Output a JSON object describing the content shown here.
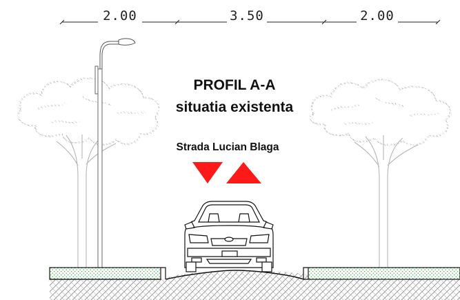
{
  "dimensions": [
    "2.00",
    "3.50",
    "2.00"
  ],
  "title_line1": "PROFIL A-A",
  "title_line2": "situatia existenta",
  "street_name": "Strada Lucian Blaga",
  "colors": {
    "line": "#111111",
    "tree": "#b5b5b5",
    "grass": "#1fae3a",
    "arrow_red": "#ff1a1a",
    "pole": "#888888"
  }
}
